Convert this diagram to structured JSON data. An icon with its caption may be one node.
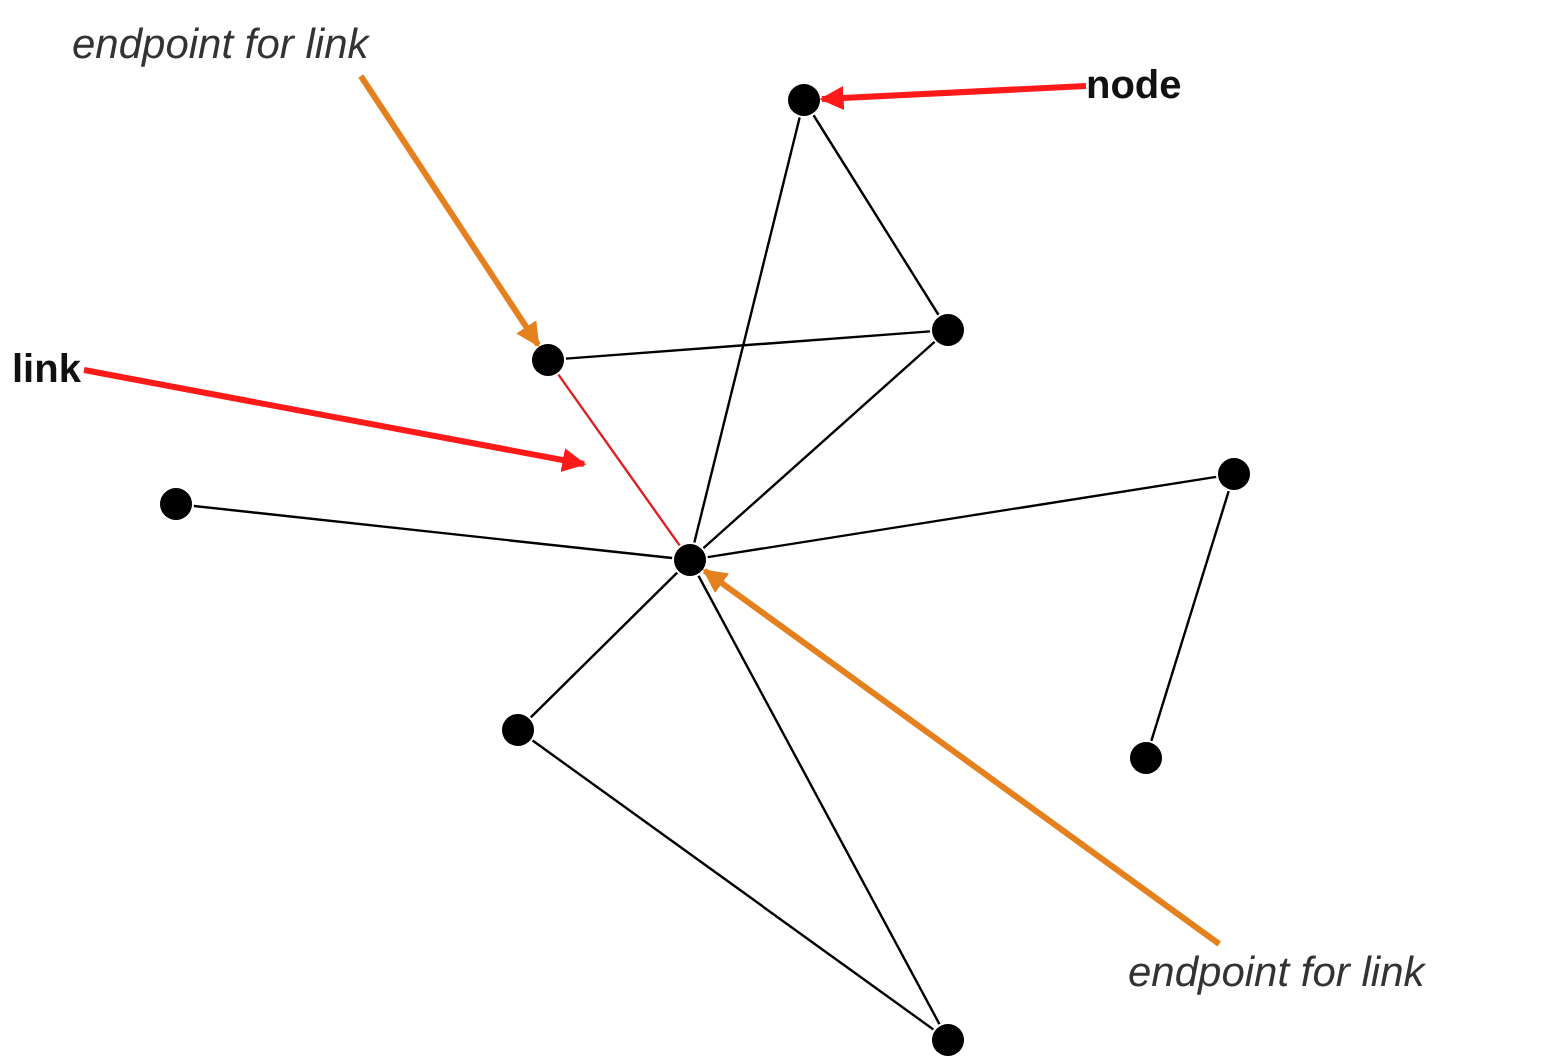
{
  "diagram": {
    "nodes": [
      {
        "text": [
          "endpoint for link"
        ]
      },
      {
        "text": [
          "node"
        ]
      },
      {
        "text": [],
        "shape": "circle"
      },
      {
        "text": [],
        "shape": "circle"
      },
      {
        "text": [],
        "shape": "circle"
      },
      {
        "text": [
          "link"
        ]
      },
      {
        "text": [],
        "shape": "circle"
      },
      {
        "text": [],
        "shape": "circle"
      },
      {
        "text": [],
        "shape": "circle"
      },
      {
        "text": [],
        "shape": "circle"
      },
      {
        "text": [],
        "shape": "circle"
      },
      {
        "text": [
          "endpoint for link"
        ]
      },
      {
        "text": [],
        "shape": "circle"
      }
    ],
    "edges": [
      {
        "from": 0,
        "to": 4,
        "arrow": "to",
        "style": "thick",
        "color": "#e5801e"
      },
      {
        "from": 1,
        "to": 2,
        "arrow": "to",
        "style": "thick",
        "color": "#ff1a1a"
      },
      {
        "from": 5,
        "to": null,
        "arrow": "to",
        "style": "thick",
        "color": "#ff1a1a"
      },
      {
        "from": 11,
        "to": 8,
        "arrow": "to",
        "style": "thick",
        "color": "#e5801e"
      },
      {
        "from": 2,
        "to": 3,
        "arrow": "none"
      },
      {
        "from": 2,
        "to": 8,
        "arrow": "none"
      },
      {
        "from": 4,
        "to": 3,
        "arrow": "none"
      },
      {
        "from": 4,
        "to": 8,
        "arrow": "none",
        "color": "#e02020"
      },
      {
        "from": 3,
        "to": 8,
        "arrow": "none"
      },
      {
        "from": 6,
        "to": 8,
        "arrow": "none"
      },
      {
        "from": 8,
        "to": 7,
        "arrow": "none"
      },
      {
        "from": 7,
        "to": 10,
        "arrow": "none"
      },
      {
        "from": 8,
        "to": 9,
        "arrow": "none"
      },
      {
        "from": 9,
        "to": 12,
        "arrow": "none"
      },
      {
        "from": 8,
        "to": 12,
        "arrow": "none"
      }
    ]
  }
}
